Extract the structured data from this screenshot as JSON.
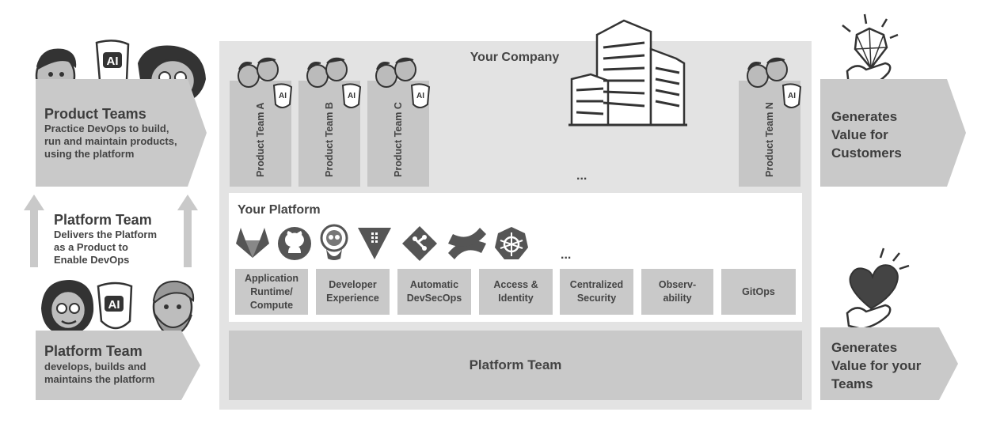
{
  "left": {
    "product_teams": {
      "title": "Product Teams",
      "subtitle": "Practice DevOps to build,\nrun and maintain products,\nusing the platform"
    },
    "platform_team_mid": {
      "title": "Platform Team",
      "subtitle": "Delivers the Platform\nas a Product to\nEnable DevOps"
    },
    "platform_team_bottom": {
      "title": "Platform Team",
      "subtitle": "develops, builds and\nmaintains the platform"
    }
  },
  "company": {
    "title": "Your Company",
    "teams": [
      "Product Team A",
      "Product Team B",
      "Product Team C",
      "Product Team N"
    ],
    "teams_ellipsis": "...",
    "platform": {
      "title": "Your Platform",
      "tools": [
        "gitlab-icon",
        "github-icon",
        "argo-icon",
        "vault-icon",
        "git-icon",
        "confluence-icon",
        "kubernetes-icon"
      ],
      "tools_ellipsis": "...",
      "capabilities": [
        "Application\nRuntime/\nCompute",
        "Developer\nExperience",
        "Automatic\nDevSecOps",
        "Access &\nIdentity",
        "Centralized\nSecurity",
        "Observ-\nability",
        "GitOps"
      ]
    },
    "platform_team_label": "Platform Team"
  },
  "right": {
    "customers": "Generates\nValue for\nCustomers",
    "teams": "Generates\nValue for your\nTeams"
  },
  "ai_badge": "AI",
  "colors": {
    "box_grey": "#c9c9c9",
    "company_bg": "#e3e3e3",
    "text": "#444444"
  }
}
